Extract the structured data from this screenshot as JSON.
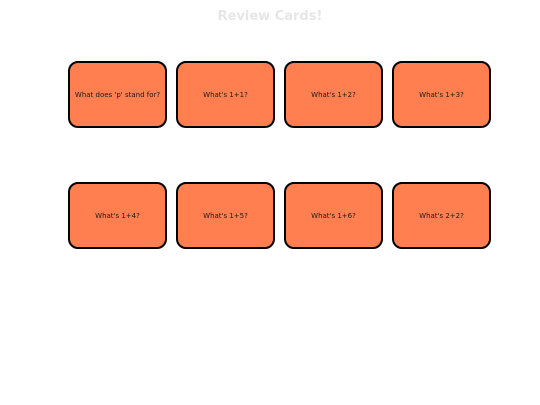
{
  "title": "Review Cards!",
  "colors": {
    "card_fill": "#ff7f50",
    "card_border": "#000000",
    "title": "#e6e6e6",
    "background": "#ffffff"
  },
  "cards": [
    {
      "front": "What does 'p' stand for?"
    },
    {
      "front": "What's 1+1?"
    },
    {
      "front": "What's 1+2?"
    },
    {
      "front": "What's 1+3?"
    },
    {
      "front": "What's 1+4?"
    },
    {
      "front": "What's 1+5?"
    },
    {
      "front": "What's 1+6?"
    },
    {
      "front": "What's 2+2?"
    }
  ]
}
